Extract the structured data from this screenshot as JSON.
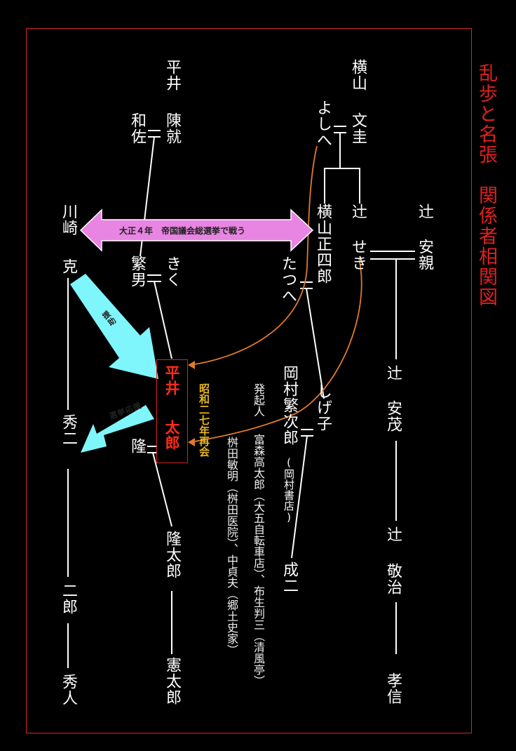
{
  "title": "乱歩と名張　関係者相関図",
  "people": {
    "hirai_surname": "平井",
    "chinju": "陳就",
    "wasa": "和佐",
    "yokoyama_surname": "横山",
    "bunkei": "文圭",
    "yoshie": "よしへ",
    "yokoyama_shoshiro": "横山正四郎",
    "tsuji_seki_surname": "辻",
    "seki": "せき",
    "tsuji_yasuchika_surname": "辻",
    "yasuchika": "安親",
    "kawasaki_surname": "川崎",
    "katsu": "克",
    "shigeo": "繁男",
    "kiku": "きく",
    "tatsue": "たつへ",
    "hirai_given_1": "平井",
    "hirai_given_2": "太郎",
    "takashi": "隆",
    "shuji": "秀二",
    "jiro": "二郎",
    "hideto": "秀人",
    "takataro": "隆太郎",
    "kentaro": "憲太郎",
    "okamura": "岡村繁次郎",
    "okamura_note": "(岡村書店)",
    "shigeko": "しげ子",
    "seiji": "成二",
    "tsuji_yasushige_surname": "辻",
    "yasushige": "安茂",
    "tsuji_keiji_surname": "辻",
    "keiji": "敬治",
    "takanobu": "孝信"
  },
  "annotations": {
    "election": "大正４年　帝国議会総選挙で戦う",
    "support": "援助",
    "campaign": "選挙応援",
    "reunion": "昭和二七年再会",
    "founders_label": "発起人",
    "founders_1": "富森高太郎（大五自転車店）、布生判三（清風亭）",
    "founders_2": "桝田敏明（桝田医院）、中貞夫（郷土史家）"
  },
  "colors": {
    "title": "#e02020",
    "election_arrow": "#e884e2",
    "support_arrow": "#7ef6fc",
    "relation_curve": "#e07a2a",
    "reunion": "#e7b81c"
  }
}
